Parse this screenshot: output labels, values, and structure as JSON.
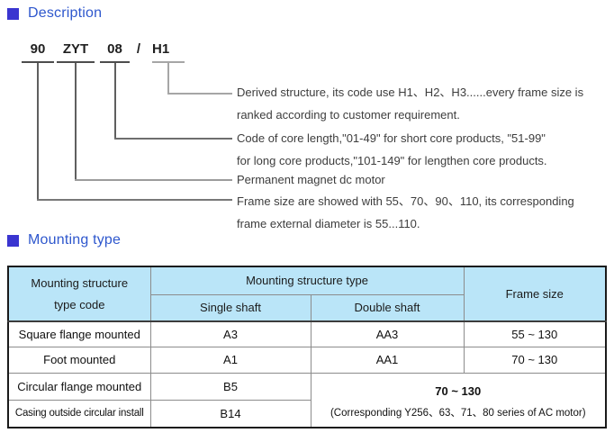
{
  "headings": {
    "description": "Description",
    "mounting": "Mounting type"
  },
  "code_diagram": {
    "segments": [
      "90",
      "ZYT",
      "08",
      "H1"
    ],
    "separator": "/",
    "notes": [
      {
        "line1": "Derived structure, its code use H1、H2、H3......every frame size is",
        "line2": "ranked according to customer requirement."
      },
      {
        "line1": "Code of core length,\"01-49\" for short core products, \"51-99\"",
        "line2": "for long core products,\"101-149\" for lengthen core products."
      },
      {
        "line1": "Permanent magnet dc motor"
      },
      {
        "line1": "Frame size are showed with 55、70、90、110, its corresponding",
        "line2": "frame external diameter is 55...110."
      }
    ]
  },
  "table": {
    "header": {
      "code_line1": "Mounting structure",
      "code_line2": "type code",
      "group": "Mounting structure type",
      "single": "Single shaft",
      "double": "Double shaft",
      "frame": "Frame size"
    },
    "rows": [
      {
        "name": "Square flange mounted",
        "single": "A3",
        "double": "AA3",
        "frame": "55 ~ 130"
      },
      {
        "name": "Foot mounted",
        "single": "A1",
        "double": "AA1",
        "frame": "70 ~ 130"
      },
      {
        "name": "Circular flange mounted",
        "single": "B5"
      },
      {
        "name": "Casing outside circular install",
        "single": "B14"
      }
    ],
    "merged": {
      "line1": "70 ~ 130",
      "line2": "(Corresponding Y256、63、71、80 series of AC motor)"
    }
  },
  "colors": {
    "heading_text_blue": "#2e57cd",
    "heading_bullet_blue": "#3a35d0",
    "table_header_bg": "#bae5f8",
    "table_outer_border": "#1a1a1a",
    "connector_gray": "#787878"
  }
}
